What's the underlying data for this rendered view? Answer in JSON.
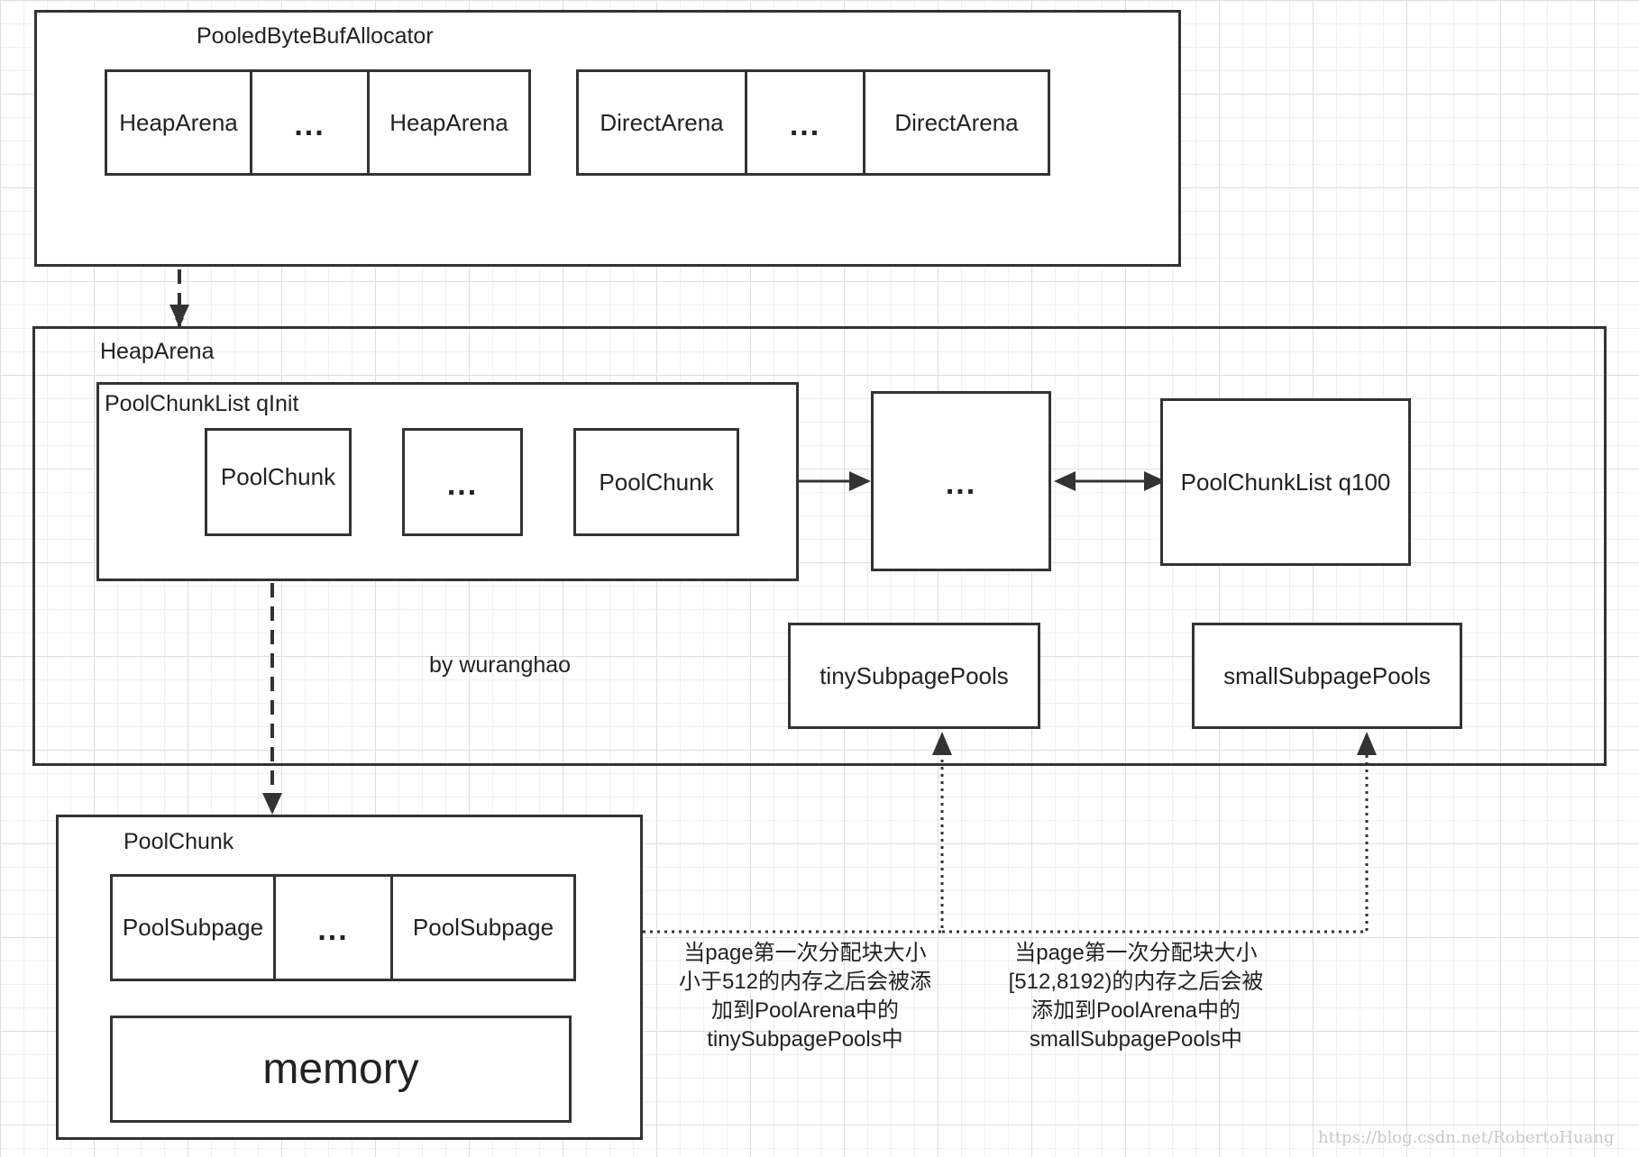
{
  "allocator": {
    "title": "PooledByteBufAllocator",
    "heap_arenas": [
      "HeapArena",
      "...",
      "HeapArena"
    ],
    "direct_arenas": [
      "DirectArena",
      "...",
      "DirectArena"
    ]
  },
  "heap_arena": {
    "title": "HeapArena",
    "qinit": {
      "title": "PoolChunkList qInit",
      "chunks": [
        "PoolChunk",
        "...",
        "PoolChunk"
      ]
    },
    "middle_list": "...",
    "q100": "PoolChunkList q100",
    "tiny_pools": "tinySubpagePools",
    "small_pools": "smallSubpagePools",
    "author": "by wuranghao"
  },
  "pool_chunk": {
    "title": "PoolChunk",
    "subpages": [
      "PoolSubpage",
      "...",
      "PoolSubpage"
    ],
    "memory": "memory"
  },
  "notes": {
    "tiny": [
      "当page第一次分配块大小",
      "小于512的内存之后会被添",
      "加到PoolArena中的",
      "tinySubpagePools中"
    ],
    "small": [
      "当page第一次分配块大小",
      "[512,8192)的内存之后会被",
      "添加到PoolArena中的",
      "smallSubpagePools中"
    ]
  },
  "watermark": "https://blog.csdn.net/RobertoHuang",
  "colors": {
    "stroke": "#333333",
    "grid": "#dedede",
    "background": "#ffffff"
  }
}
